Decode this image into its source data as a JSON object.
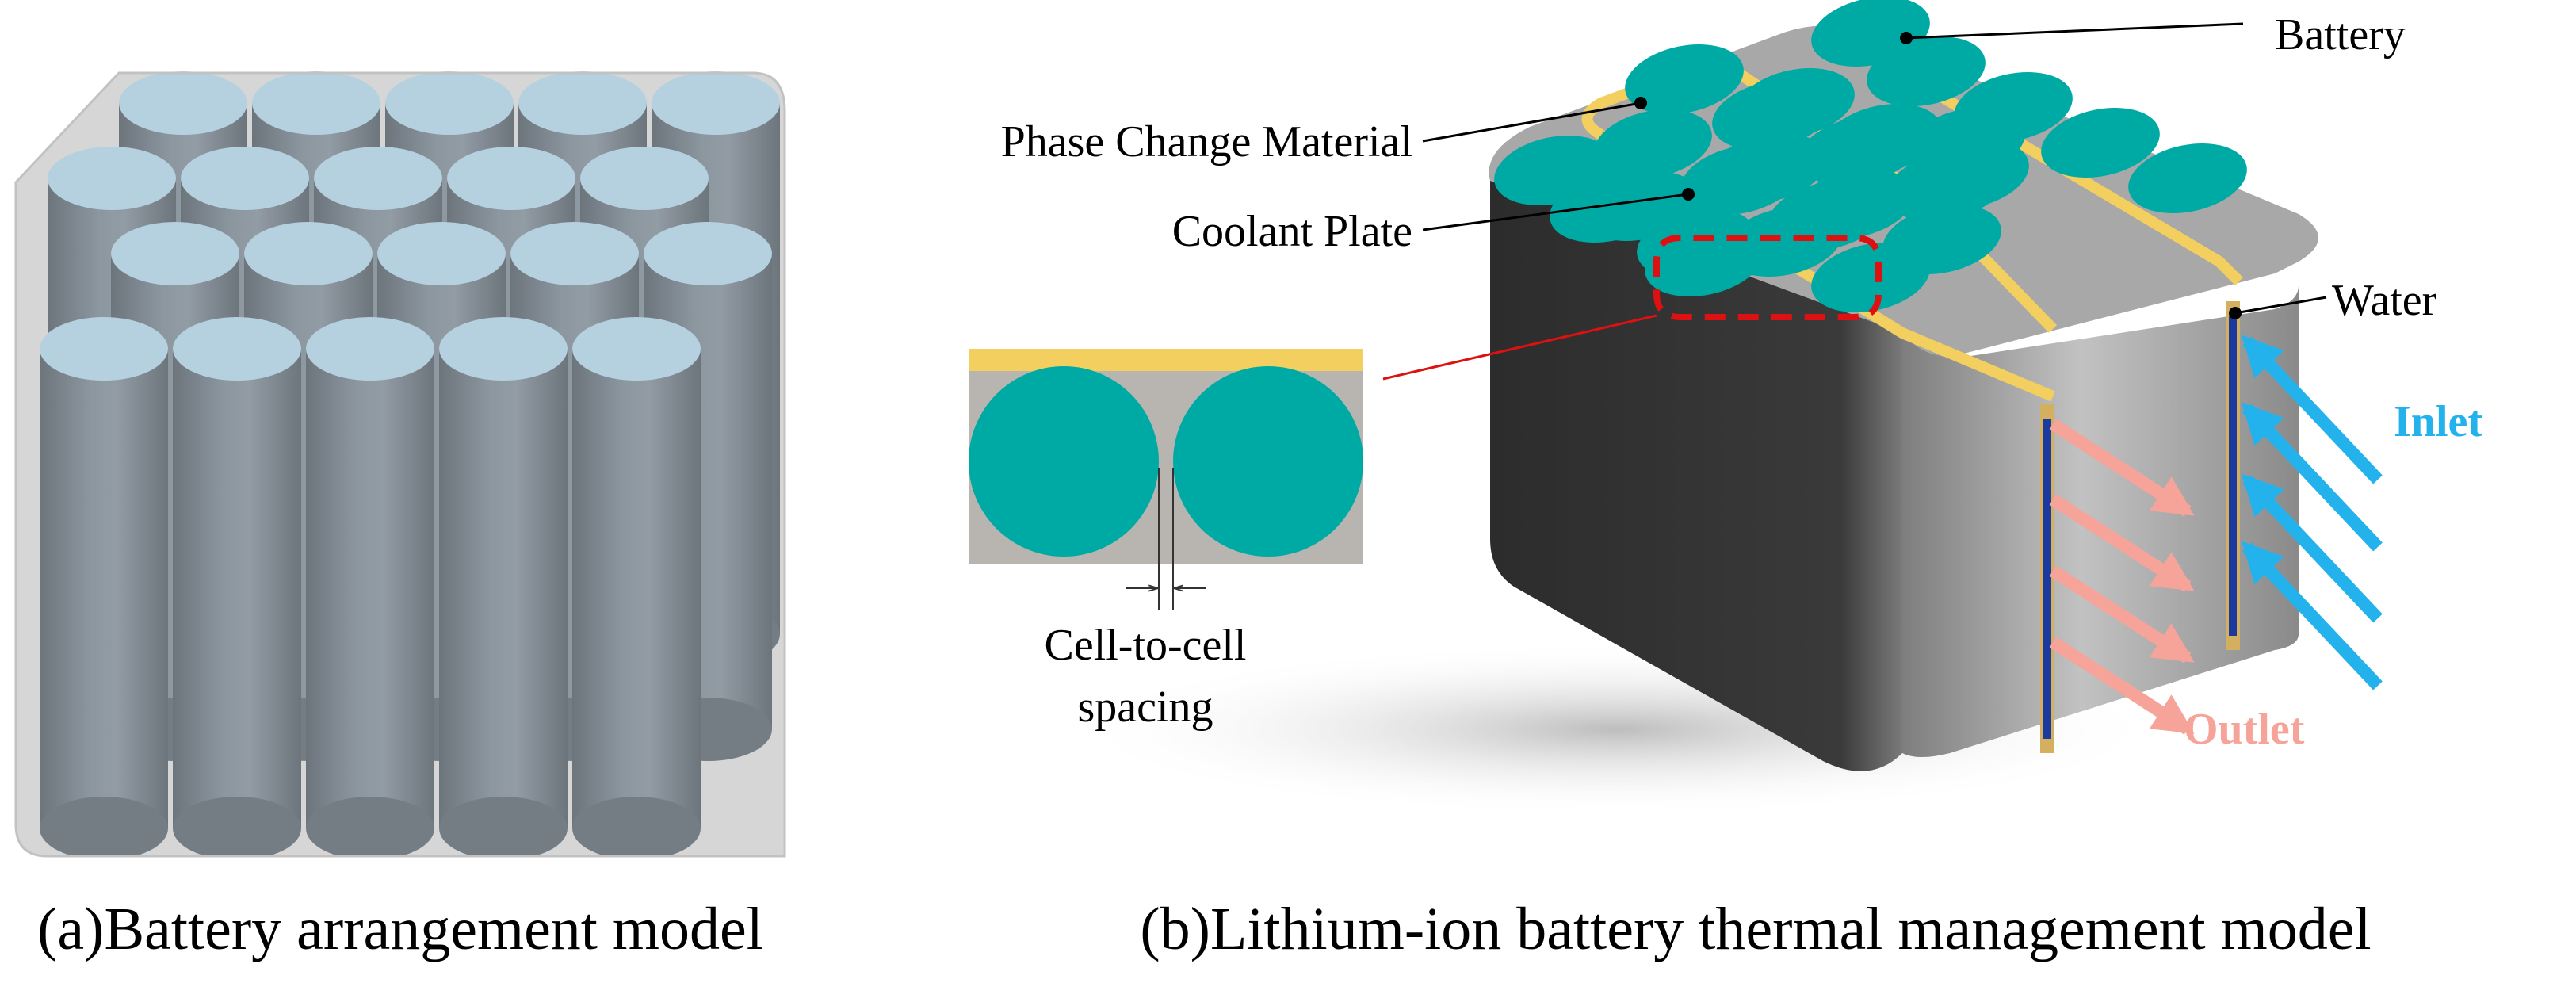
{
  "panel_a": {
    "caption": "(a)Battery arrangement model"
  },
  "panel_b": {
    "caption": "(b)Lithium-ion battery thermal management model",
    "labels": {
      "battery": "Battery",
      "phase_change_material": "Phase Change Material",
      "coolant_plate": "Coolant Plate",
      "water": "Water",
      "inlet": "Inlet",
      "outlet": "Outlet",
      "spacing_line1": "Cell-to-cell",
      "spacing_line2": "spacing"
    }
  },
  "colors": {
    "cell_top_a": "#a9d2e6",
    "cell_body_a": "#5d6b77",
    "cell_top_b": "#00aaa4",
    "pcm_gray": "#a9a9a9",
    "coolant_plate_yellow": "#f2cf5f",
    "water_blue": "#1a3aa0",
    "inlet_arrow": "#24b2ec",
    "outlet_arrow": "#f6a49a",
    "highlight_red": "#dd1111"
  }
}
